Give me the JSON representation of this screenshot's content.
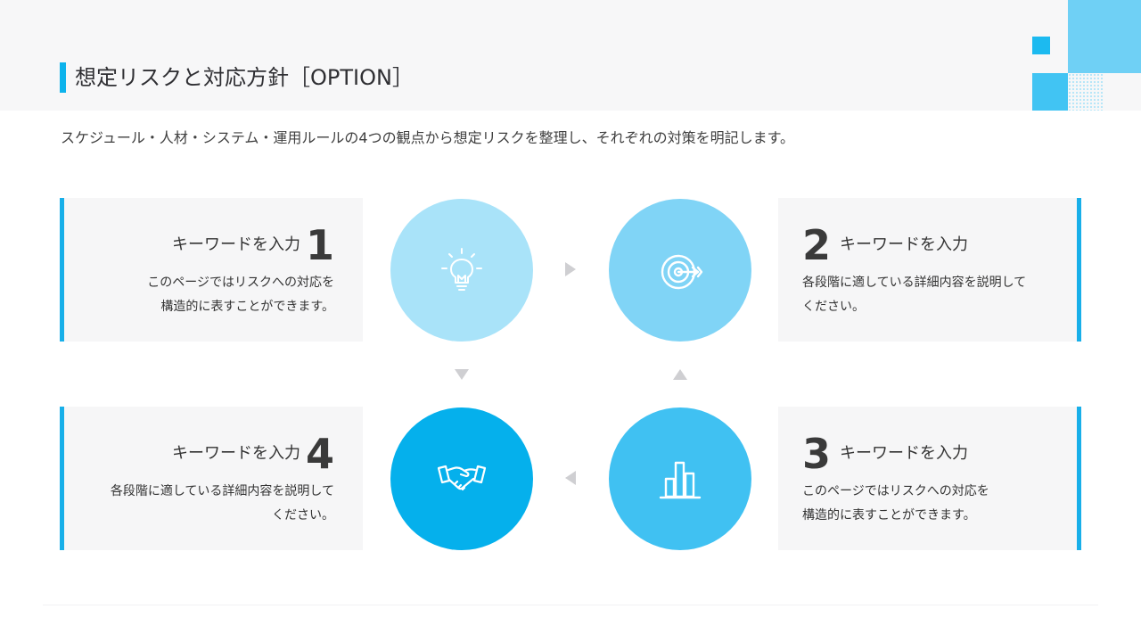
{
  "header": {
    "title": "想定リスクと対応方針［OPTION］"
  },
  "subtitle": "スケジュール・人材・システム・運用ルールの4つの観点から想定リスクを整理し、それぞれの対策を明記します。",
  "colors": {
    "accent": "#18afe9",
    "circle1": "#a9e3f9",
    "circle2": "#80d4f6",
    "circle3": "#40c1f2",
    "circle4": "#05b0ec",
    "card_bg": "#f6f6f7"
  },
  "cards": [
    {
      "number": "1",
      "keyword": "キーワードを入力",
      "description": "このページではリスクへの対応を\n構造的に表すことができます。",
      "icon": "lightbulb-icon"
    },
    {
      "number": "2",
      "keyword": "キーワードを入力",
      "description": "各段階に適している詳細内容を説明して\nください。",
      "icon": "target-icon"
    },
    {
      "number": "3",
      "keyword": "キーワードを入力",
      "description": "このページではリスクへの対応を\n構造的に表すことができます。",
      "icon": "bar-chart-icon"
    },
    {
      "number": "4",
      "keyword": "キーワードを入力",
      "description": "各段階に適している詳細内容を説明して\nください。",
      "icon": "handshake-icon"
    }
  ]
}
